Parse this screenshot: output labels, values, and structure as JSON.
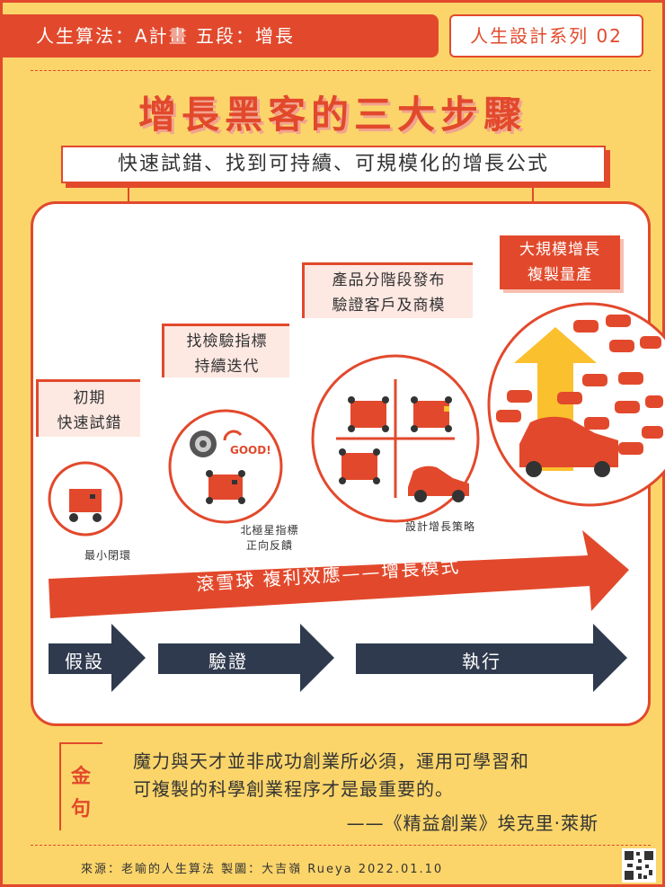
{
  "header": {
    "left_title": "人生算法：A計畫 五段：增長",
    "right_title": "人生設計系列 02"
  },
  "title": "增長黑客的三大步驟",
  "subtitle": "快速試錯、找到可持續、可規模化的增長公式",
  "stages": [
    {
      "label_line1": "初期",
      "label_line2": "快速試錯",
      "caption_line1": "最小閉環",
      "caption_line2": ""
    },
    {
      "label_line1": "找檢驗指標",
      "label_line2": "持續迭代",
      "caption_line1": "北極星指標",
      "caption_line2": "正向反饋"
    },
    {
      "label_line1": "產品分階段發布",
      "label_line2": "驗證客戶及商模",
      "caption_line1": "設計增長策略",
      "caption_line2": ""
    },
    {
      "label_line1": "大規模增長",
      "label_line2": "複製量產",
      "caption_line1": "",
      "caption_line2": ""
    }
  ],
  "good_text": "GOOD!",
  "snowball_text": "滾雪球 複利效應——增長模式",
  "phases": [
    "假設",
    "驗證",
    "執行"
  ],
  "quote_label": [
    "金",
    "句"
  ],
  "quote_line1": "魔力與天才並非成功創業所必須，運用可學習和",
  "quote_line2": "可複製的科學創業程序才是最重要的。",
  "quote_source": "——《精益創業》埃克里·萊斯",
  "footer": "來源：老喻的人生算法 製圖：大吉嶺 Rueya   2022.01.10",
  "colors": {
    "accent": "#e2492c",
    "background": "#fbd56a",
    "dark": "#2f3a4e",
    "yellow_arrow": "#fbc02d"
  }
}
